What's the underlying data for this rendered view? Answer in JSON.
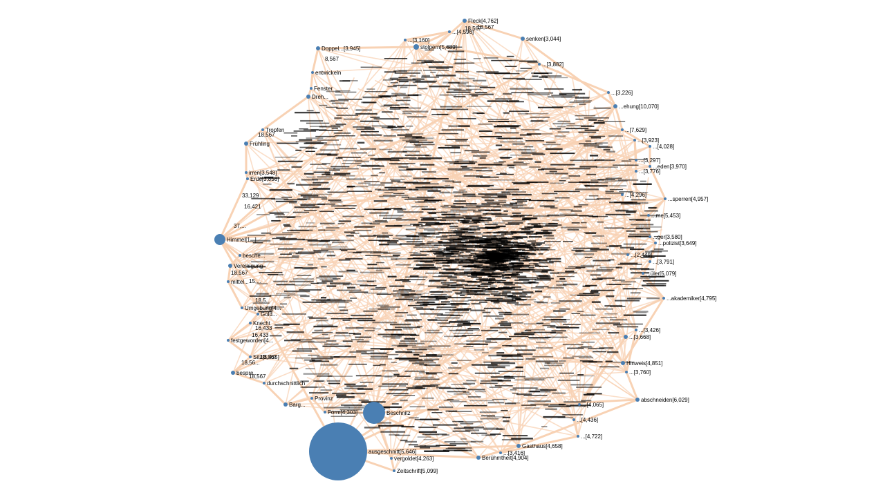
{
  "graph": {
    "colors": {
      "background": "#ffffff",
      "edge": "#f8d2b4",
      "node": "#4a7fb3",
      "label": "#000000"
    },
    "nodes": [
      {
        "id": "n0",
        "label": "Fleck[4,762]"
      },
      {
        "id": "n1",
        "label": "senken[3,044]"
      },
      {
        "id": "n2",
        "label": "stolpern[5,689]"
      },
      {
        "id": "n3",
        "label": "Doppel...[3,945]"
      },
      {
        "id": "n4",
        "label": "entwickeln"
      },
      {
        "id": "n5",
        "label": "Fenster"
      },
      {
        "id": "n6",
        "label": "Dreh..."
      },
      {
        "id": "n7",
        "label": "Tropfen"
      },
      {
        "id": "n8",
        "label": "Frühling"
      },
      {
        "id": "n9",
        "label": "irren[3,548]"
      },
      {
        "id": "n10",
        "label": "Erde[3,858]"
      },
      {
        "id": "n11",
        "label": "Himmel[1...]"
      },
      {
        "id": "n12",
        "label": "besche..."
      },
      {
        "id": "n13",
        "label": "Vereinigung"
      },
      {
        "id": "n14",
        "label": "mittel..."
      },
      {
        "id": "n15",
        "label": "Umgebung[4..."
      },
      {
        "id": "n16",
        "label": "Gold..."
      },
      {
        "id": "n17",
        "label": "Knecht"
      },
      {
        "id": "n18",
        "label": "festgeworden[4..."
      },
      {
        "id": "n19",
        "label": "Sitz[3,435]"
      },
      {
        "id": "n20",
        "label": "bespre..."
      },
      {
        "id": "n21",
        "label": "durchschnittlich"
      },
      {
        "id": "n22",
        "label": "Barg..."
      },
      {
        "id": "n23",
        "label": "Provinz"
      },
      {
        "id": "n24",
        "label": "Form[4,303]"
      },
      {
        "id": "n25",
        "label": "Beschnitz"
      },
      {
        "id": "n26",
        "label": "vergoldet[4,263]"
      },
      {
        "id": "n27",
        "label": "Zeitschrift[5,099]"
      },
      {
        "id": "n28",
        "label": "ausgeschnitt[5,646]"
      },
      {
        "id": "n29",
        "label": "Berühmtheit[4,904]"
      },
      {
        "id": "n30",
        "label": "Gasthaus[4,658]"
      },
      {
        "id": "n31",
        "label": "abschneiden[6,029]"
      },
      {
        "id": "n32",
        "label": "Hinweis[4,851]"
      },
      {
        "id": "n33",
        "label": "...akademiker[4,795]"
      },
      {
        "id": "n34",
        "label": "...üler[5,079]"
      },
      {
        "id": "n35",
        "label": "...[3,791]"
      },
      {
        "id": "n36",
        "label": "...polizist[3,649]"
      },
      {
        "id": "n37",
        "label": "...ger[3,580]"
      },
      {
        "id": "n38",
        "label": "...me[5,453]"
      },
      {
        "id": "n39",
        "label": "...sperren[4,957]"
      },
      {
        "id": "n40",
        "label": "...eden[3,970]"
      },
      {
        "id": "n41",
        "label": "...[4,028]"
      },
      {
        "id": "n42",
        "label": "...[7,629]"
      },
      {
        "id": "n43",
        "label": "...ehung[10,070]"
      },
      {
        "id": "n44",
        "label": "...[3,226]"
      },
      {
        "id": "n45",
        "label": "...[3,882]"
      },
      {
        "id": "n46",
        "label": "...[3,160]"
      },
      {
        "id": "n47",
        "label": "...[4,596]"
      },
      {
        "id": "n48",
        "label": "...[4,436]"
      },
      {
        "id": "n49",
        "label": "...[4,722]"
      },
      {
        "id": "n50",
        "label": "...[3,416]"
      },
      {
        "id": "n51",
        "label": "...[3,668]"
      },
      {
        "id": "n52",
        "label": "...[4,065]"
      },
      {
        "id": "n53",
        "label": "...[3,760]"
      },
      {
        "id": "n54",
        "label": "...[3,426]"
      },
      {
        "id": "n55",
        "label": "...[2,449]"
      },
      {
        "id": "n56",
        "label": "...[4,296]"
      },
      {
        "id": "n57",
        "label": "...[3,297]"
      },
      {
        "id": "n58",
        "label": "...[3,923]"
      },
      {
        "id": "n59",
        "label": "...[3,776]"
      }
    ],
    "edge_labels": [
      "18,567",
      "18,567",
      "8,567",
      "33,129",
      "16,421",
      "37,...",
      "18,567",
      "18,567",
      "15,...",
      "18,5...",
      "16,433",
      "18,567",
      "18,567",
      "16,433",
      "18,56..."
    ],
    "edges": [
      [
        "n0",
        "n1"
      ],
      [
        "n0",
        "n25"
      ],
      [
        "n1",
        "n43"
      ],
      [
        "n2",
        "n3"
      ],
      [
        "n3",
        "n4"
      ],
      [
        "n4",
        "n5"
      ],
      [
        "n5",
        "n6"
      ],
      [
        "n6",
        "n7"
      ],
      [
        "n7",
        "n8"
      ],
      [
        "n8",
        "n9"
      ],
      [
        "n9",
        "n10"
      ],
      [
        "n10",
        "n11"
      ],
      [
        "n11",
        "n12"
      ],
      [
        "n12",
        "n13"
      ],
      [
        "n13",
        "n14"
      ],
      [
        "n14",
        "n15"
      ],
      [
        "n15",
        "n16"
      ],
      [
        "n16",
        "n17"
      ],
      [
        "n17",
        "n18"
      ],
      [
        "n18",
        "n19"
      ],
      [
        "n19",
        "n20"
      ],
      [
        "n20",
        "n21"
      ],
      [
        "n21",
        "n22"
      ],
      [
        "n22",
        "n23"
      ],
      [
        "n23",
        "n24"
      ],
      [
        "n24",
        "n25"
      ],
      [
        "n25",
        "n26"
      ],
      [
        "n26",
        "n27"
      ],
      [
        "n27",
        "n28"
      ],
      [
        "n28",
        "n29"
      ],
      [
        "n29",
        "n30"
      ],
      [
        "n30",
        "n31"
      ],
      [
        "n31",
        "n32"
      ],
      [
        "n32",
        "n33"
      ],
      [
        "n33",
        "n34"
      ],
      [
        "n34",
        "n35"
      ],
      [
        "n35",
        "n36"
      ],
      [
        "n36",
        "n37"
      ],
      [
        "n37",
        "n38"
      ],
      [
        "n38",
        "n39"
      ],
      [
        "n39",
        "n40"
      ],
      [
        "n40",
        "n41"
      ],
      [
        "n41",
        "n42"
      ],
      [
        "n42",
        "n43"
      ],
      [
        "n43",
        "n44"
      ],
      [
        "n44",
        "n45"
      ],
      [
        "n45",
        "n46"
      ],
      [
        "n46",
        "n47"
      ],
      [
        "n47",
        "n2"
      ],
      [
        "n11",
        "n25"
      ],
      [
        "n11",
        "n28"
      ],
      [
        "n25",
        "n43"
      ],
      [
        "n25",
        "n31"
      ],
      [
        "n28",
        "n33"
      ],
      [
        "n11",
        "n39"
      ],
      [
        "n11",
        "n42"
      ],
      [
        "n25",
        "n38"
      ],
      [
        "n28",
        "n36"
      ],
      [
        "n11",
        "n45"
      ],
      [
        "n25",
        "n34"
      ],
      [
        "n48",
        "n49"
      ],
      [
        "n49",
        "n50"
      ],
      [
        "n51",
        "n52"
      ],
      [
        "n53",
        "n54"
      ],
      [
        "n55",
        "n56"
      ],
      [
        "n57",
        "n58"
      ],
      [
        "n58",
        "n59"
      ],
      [
        "n25",
        "n0"
      ],
      [
        "n11",
        "n0"
      ],
      [
        "n28",
        "n30"
      ],
      [
        "n25",
        "n29"
      ]
    ]
  }
}
